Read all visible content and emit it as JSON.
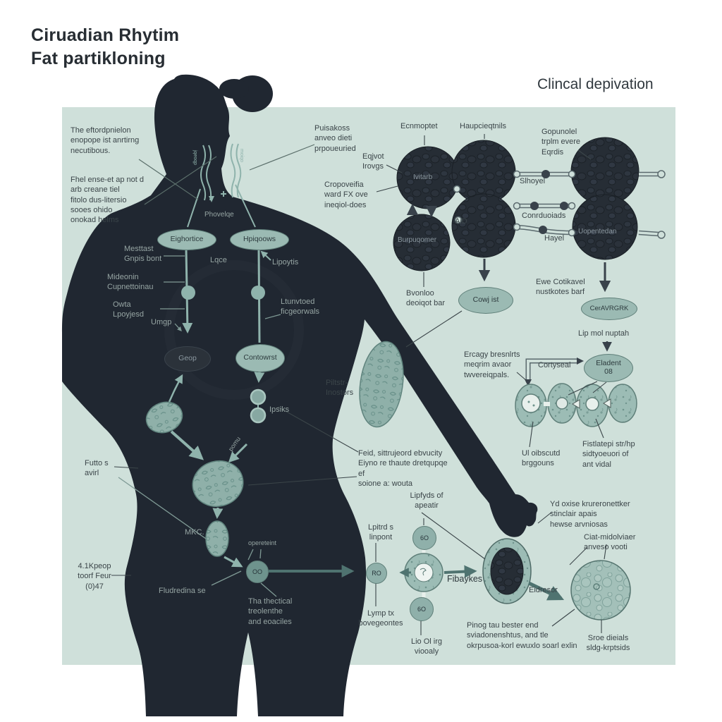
{
  "header": {
    "title": "Ciruadian Rhytim\nFat partikloning",
    "right_caption": "Clincal depivation"
  },
  "colors": {
    "panel": "#cfe0da",
    "body": "#202731",
    "accent_teal": "#8fb3ac",
    "dark_cell": "#262d35",
    "ink": "#3b4549",
    "ink_on_body": "#96a5a3"
  },
  "annotations_left": {
    "intro": "The eftordpnielon\nenopope ist anrtirng\nnecutibous.",
    "note": "Fhel ense-et ap not d\narb creane tiel\nfitolo dus-litersio\nsooes ohido\nonokad helms",
    "mesttast": "Mesttast\nGnpis bont",
    "mideonin": "Mideonin\nCupnettoinau",
    "owta": "Owta\nLpoyjesd",
    "umgp": "Umgp",
    "futto": "Futto s\navirl",
    "kpeop": "4.1Kpeop\ntoorf Feur\n(0)47",
    "fludredina": "Fludredina se",
    "thectical": "Tha thectical\ntreolenthe\nand eoaciles"
  },
  "body_flow": {
    "phovelqe": "Phovelqe",
    "oval_left": "Eighortice",
    "oval_right": "Hpiqoows",
    "lqce": "Lqce",
    "lipoytis": "Lipoytis",
    "ltunvtoed": "Ltunvtoed\nficgeorwals",
    "geop": "Geop",
    "contowrst": "Contowrst",
    "ipsiks": "Ipsiks",
    "mkc": "MKC.",
    "pomu": "pomu",
    "opereteint": "opereteint",
    "neck_text_left": "jqeoqp",
    "neck_text_right": "moiqo"
  },
  "digestive": {
    "piltstr": "Piltstr-\nInostors",
    "feid": "Feid, sittrujeord ebvucity\nEiyno re thaute dretqupqe ef\nsoione a: wouta"
  },
  "top_cluster": {
    "puisakoss": "Puisakoss\nanveo dieti\nprpoueuried",
    "eqjvot": "Eqjvot\nIrovgs",
    "cropoveifia": "Cropoveifia\nward FX ove\nineqiol-does",
    "ecnmoptet": "Ecnmoptet",
    "ivitarb": "Ivitarb",
    "haupcieqtnils": "Haupcieqtnils",
    "gopunolel": "Gopunolel\ntrplm evere\nEqrdis",
    "slhoyel": "Slhoyel",
    "conrduoiads": "Conrduoiads",
    "hayel": "Hayel",
    "aid": "AiD",
    "burpuqomer": "Burpuqomer",
    "uopentedan": "Uopentedan",
    "bvonloo": "Bvonloo\ndeoiqot bar",
    "cowjist": "Cowj ist",
    "ewe": "Ewe Cotikavel\nnustkotes barf",
    "ceravrgrk": "CerAVRGRK",
    "lipmol": "Lip mol nuptah",
    "eladent": "Eladent\n08",
    "cortyseal": "Cortyseal",
    "ercagy": "Ercagy bresnlrts\nmeqrim avaor\ntwvereiqpals.",
    "uloibscutd": "Ul oibscutd\nbrggouns",
    "fistlatepi": "Fistlatepi str/hp\nsidtyoeuori of\nant vidal"
  },
  "bottom_cluster": {
    "lipfyds": "Lipfyds of\napeatir",
    "lpitrd": "Lpitrd s\nlinpont",
    "lymp": "Lymp tx\nbovegeontes",
    "lio": "Lio Ol irg\nviooaly",
    "fibaykes": "Fibaykes",
    "eidresor": "Eidresor",
    "ydoxise": "Yd oxise krureronettker\nstinclair apais\nhewse arvniosas",
    "ciatmid": "Ciat-midolviaer\nanveso vooti",
    "pinog": "Pinog tau bester end\nsviadonenshtus, and tle\nokrpusoa-korl ewuxlo soarl exlin",
    "sroe": "Sroe dieials\nsldg-krptsids",
    "c_oo": "OO",
    "c_ro": "RO",
    "c_top": "6O",
    "c_bot": "6O"
  }
}
